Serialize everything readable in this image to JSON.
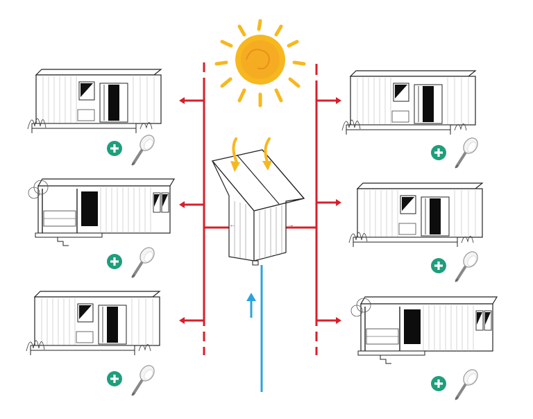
{
  "colors": {
    "sun": "#f7b81f",
    "sun_core": "#f5a623",
    "hot_pipe": "#d6202a",
    "cold_pipe": "#2aa3dc",
    "plus_badge": "#1e9e7c",
    "outline": "#222222"
  },
  "icons": {
    "sun": "sun-icon",
    "solar_arrows": "down-arrow-icon",
    "plus": "plus-icon",
    "shower": "shower-head-icon"
  },
  "diagram": {
    "units": [
      {
        "id": "left-top",
        "side": "left",
        "style": "cabin-plain"
      },
      {
        "id": "left-middle",
        "side": "left",
        "style": "cabin-veranda"
      },
      {
        "id": "left-bottom",
        "side": "left",
        "style": "cabin-plain"
      },
      {
        "id": "right-top",
        "side": "right",
        "style": "cabin-plain"
      },
      {
        "id": "right-middle",
        "side": "right",
        "style": "cabin-plain"
      },
      {
        "id": "right-bottom",
        "side": "right",
        "style": "cabin-veranda"
      }
    ],
    "center": "solar-water-heater-shed",
    "flows": [
      "cold-water-in",
      "hot-water-out-left",
      "hot-water-out-right"
    ]
  }
}
